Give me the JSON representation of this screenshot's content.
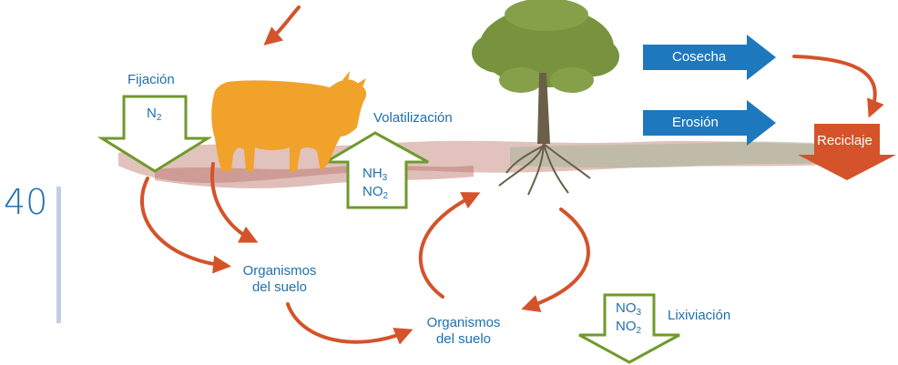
{
  "page_number": "40",
  "labels": {
    "fijacion": "Fijación",
    "volatilizacion": "Volatilización",
    "lixiviacion": "Lixiviación",
    "cosecha": "Cosecha",
    "erosion": "Erosión",
    "reciclaje": "Reciclaje",
    "organismos_1_line1": "Organismos",
    "organismos_1_line2": "del suelo",
    "organismos_2_line1": "Organismos",
    "organismos_2_line2": "del suelo"
  },
  "formulas": {
    "n2": {
      "base": "N",
      "sub": "2"
    },
    "nh3": {
      "base": "NH",
      "sub": "3"
    },
    "no2_up": {
      "base": "NO",
      "sub": "2"
    },
    "no3": {
      "base": "NO",
      "sub": "3"
    },
    "no2_down": {
      "base": "NO",
      "sub": "2"
    }
  },
  "colors": {
    "text_blue": "#1f6fae",
    "arrow_red": "#d4532a",
    "outline_green": "#6f9a2c",
    "cow_orange": "#f0a22a",
    "tree_green": "#78923e",
    "trunk_brown": "#6a5f48",
    "soil_pink": "#c98f85",
    "soil_green": "#a9b59b",
    "blue_arrow": "#1e78be",
    "page_bar": "#c4cce2"
  },
  "icons": [
    "cow-icon",
    "tree-icon",
    "soil-band",
    "cycle-arrow",
    "block-arrow"
  ]
}
